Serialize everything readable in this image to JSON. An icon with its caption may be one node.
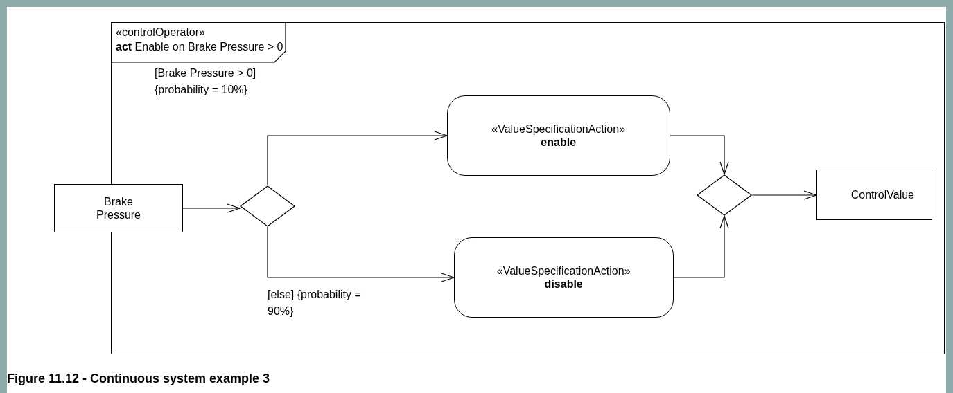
{
  "diagram": {
    "caption": "Figure 11.12 - Continuous system example 3",
    "nodes": [
      {
        "text": [
          "«controlOperator»",
          "**act** Enable on Brake Pressure > 0"
        ]
      },
      {
        "text": [
          "Brake Pressure"
        ]
      },
      {
        "text": [],
        "shape": "diamond",
        "in": 0
      },
      {
        "text": [
          "«ValueSpecificationAction»",
          "enable"
        ],
        "in": 0
      },
      {
        "text": [
          "«ValueSpecificationAction»",
          "disable"
        ],
        "in": 0
      },
      {
        "text": [],
        "shape": "diamond",
        "in": 0
      },
      {
        "text": [
          "ControlValue"
        ],
        "in": 0
      }
    ],
    "edges": [
      {
        "from": 1,
        "to": 2,
        "arrow": "to"
      },
      {
        "from": 2,
        "to": 3,
        "arrow": "to",
        "label": "[Brake Pressure > 0] {probability = 10%}"
      },
      {
        "from": 2,
        "to": 4,
        "arrow": "to",
        "label": "[else] {probability = 90%}"
      },
      {
        "from": 3,
        "to": 5,
        "arrow": "to"
      },
      {
        "from": 4,
        "to": 5,
        "arrow": "to"
      },
      {
        "from": 5,
        "to": 6,
        "arrow": "to"
      }
    ]
  }
}
